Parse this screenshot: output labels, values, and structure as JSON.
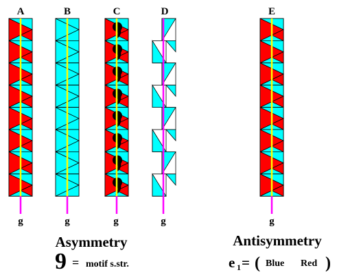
{
  "strips": [
    {
      "label": "A",
      "axis_label": "g",
      "pattern": "red-cyan-triangles"
    },
    {
      "label": "B",
      "axis_label": "g",
      "pattern": "cyan-triangles"
    },
    {
      "label": "C",
      "axis_label": "g",
      "pattern": "red-cyan-triangles-with-motif"
    },
    {
      "label": "D",
      "axis_label": "g",
      "pattern": "zigzag-cyan-white-triangles"
    },
    {
      "label": "E",
      "axis_label": "g",
      "pattern": "red-cyan-triangles"
    }
  ],
  "headings": {
    "asymmetry": "Asymmetry",
    "antisymmetry": "Antisymmetry"
  },
  "legend": {
    "motif_symbol": "9",
    "motif_eq": "=",
    "motif_text": "motif s.str.",
    "e_base": "e",
    "e_sub": "1",
    "e_eq": "=",
    "open_paren": "(",
    "blue_word": "Blue",
    "red_word": "Red",
    "close_paren": ")"
  },
  "colors": {
    "red": "#ff0000",
    "cyan": "#00ffff",
    "yellow_axis": "#ffff00",
    "magenta_axis": "#ff00ff",
    "outline": "#000000"
  }
}
